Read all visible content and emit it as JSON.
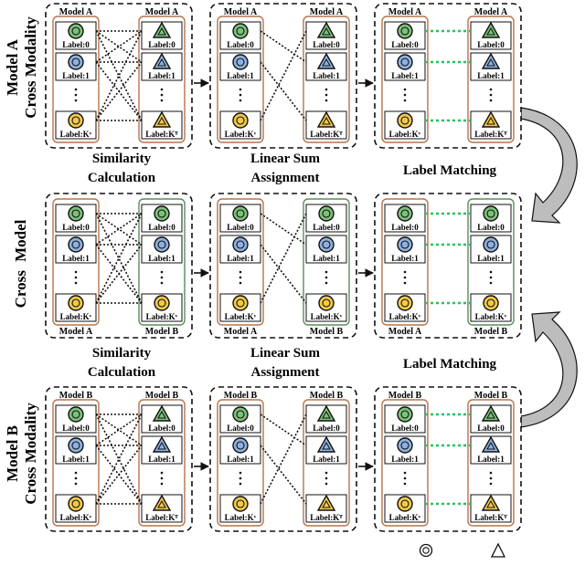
{
  "colors": {
    "ink": "#111111",
    "orange_frame": "#b8734a",
    "green_frame": "#5a8c5a",
    "orange_text": "#d0662a",
    "blue_text": "#1f4f8c",
    "green_mark": "#7cc17a",
    "blue_mark": "#8fb1e0",
    "yellow_mark": "#f2c94c",
    "green_dotted": "#22c55e",
    "black_dotted": "#111111",
    "gray_arrow": "#bdbdbd"
  },
  "icons": {
    "circle": "circle-target-icon",
    "triangle": "triangle-target-icon"
  },
  "side_labels": {
    "row1_line1": "Model A",
    "row1_line2": "Cross Modality",
    "row2_line1": "Cross",
    "row2_line2": "Model",
    "row3_line1": "Model B",
    "row3_line2": "Cross Modality"
  },
  "captions": {
    "similarity_line1": "Similarity",
    "similarity_line2": "Calculation",
    "linear_line1": "Linear Sum",
    "linear_line2": "Assignment",
    "label_matching": "Label Matching"
  },
  "model_labels": {
    "a": "Model A",
    "b": "Model B"
  },
  "item_labels": {
    "k0": "Label:0",
    "k1": "Label:1",
    "kV": "Label:Kᵛ",
    "kT": "Label:Kᵀ"
  }
}
